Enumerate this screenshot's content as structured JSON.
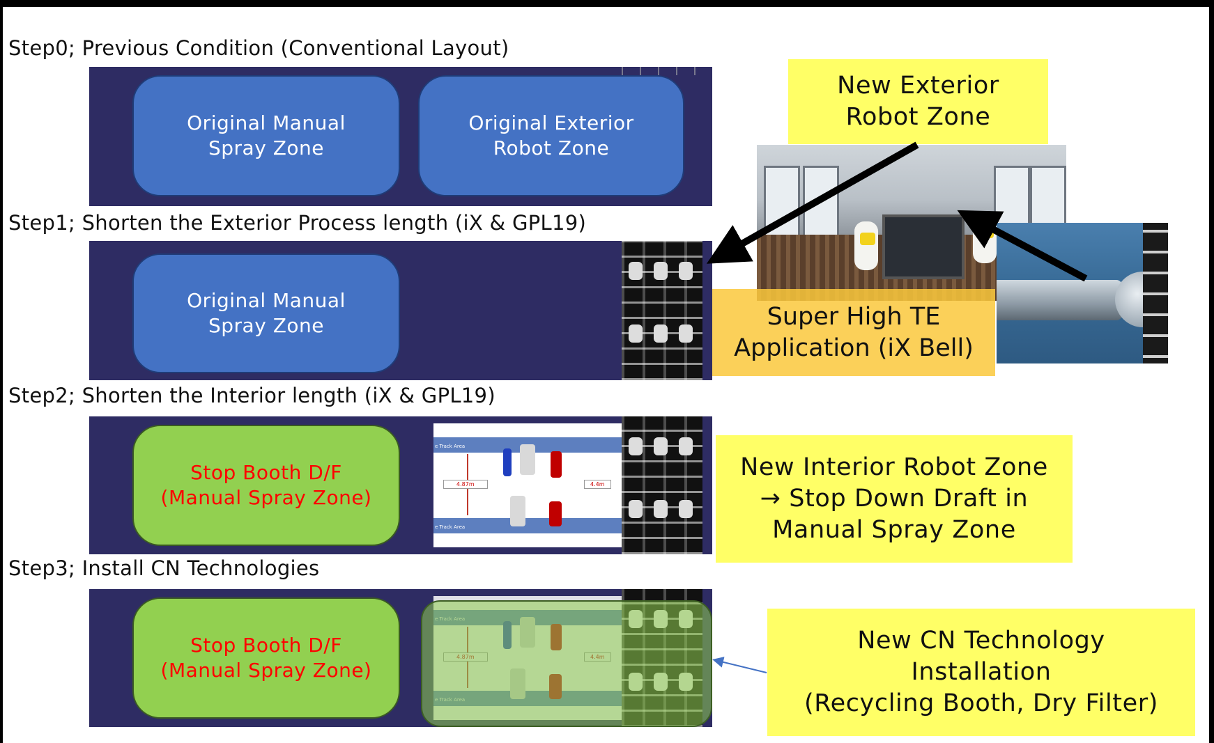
{
  "steps": [
    {
      "title": "Step0;  Previous Condition (Conventional Layout)"
    },
    {
      "title": "Step1; Shorten the Exterior Process length (iX & GPL19)"
    },
    {
      "title": "Step2; Shorten the Interior length (iX & GPL19)"
    },
    {
      "title": "Step3; Install CN Technologies"
    }
  ],
  "zones": {
    "step0_manual": [
      "Original Manual",
      "Spray Zone"
    ],
    "step0_exterior": [
      "Original Exterior",
      "Robot Zone"
    ],
    "step1_manual": [
      "Original Manual",
      "Spray Zone"
    ],
    "step2_stop": [
      "Stop Booth D/F",
      "(Manual Spray Zone)"
    ],
    "step3_stop": [
      "Stop Booth D/F",
      "(Manual Spray Zone)"
    ]
  },
  "plan_labels": {
    "track_area": "e Track Area",
    "dim_left": "4.87m",
    "dim_right": "4.4m"
  },
  "callouts": {
    "new_exterior": [
      "New Exterior",
      "Robot Zone"
    ],
    "super_high_te": [
      "Super High TE",
      "Application (iX",
      "Bell)"
    ],
    "new_interior": [
      "New Interior Robot Zone",
      "→ Stop Down Draft in",
      "Manual Spray Zone"
    ],
    "new_cn": [
      "New CN Technology",
      "Installation",
      "(Recycling Booth, Dry Filter)"
    ]
  },
  "colors": {
    "panel_bg": "#2e2c63",
    "zone_blue": "#4472c4",
    "zone_green": "#92d050",
    "callout_yellow": "#ffff66",
    "callout_orange": "#fac83c",
    "arrow_black": "#000000",
    "arrow_blue": "#4472c4"
  }
}
